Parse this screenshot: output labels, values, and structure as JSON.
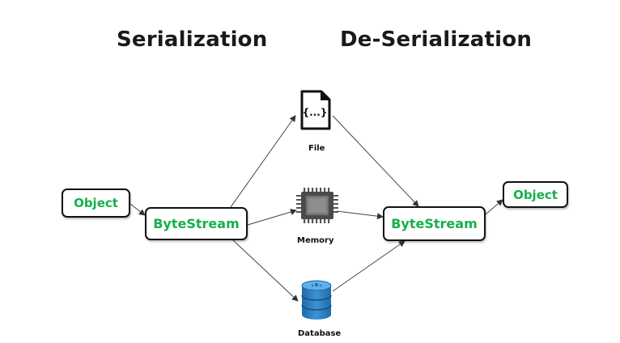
{
  "titles": {
    "serialization": "Serialization",
    "deserialization": "De-Serialization"
  },
  "nodes": {
    "object_left": "Object",
    "bytestream_left": "ByteStream",
    "bytestream_right": "ByteStream",
    "object_right": "Object"
  },
  "storage": {
    "file": {
      "label": "File",
      "icon_text": "{...}",
      "icon": "file-icon"
    },
    "memory": {
      "label": "Memory",
      "icon": "chip-icon"
    },
    "database": {
      "label": "Database",
      "icon": "database-icon"
    }
  },
  "colors": {
    "node_text": "#16b04a",
    "database_blue": "#2b7fc3"
  }
}
